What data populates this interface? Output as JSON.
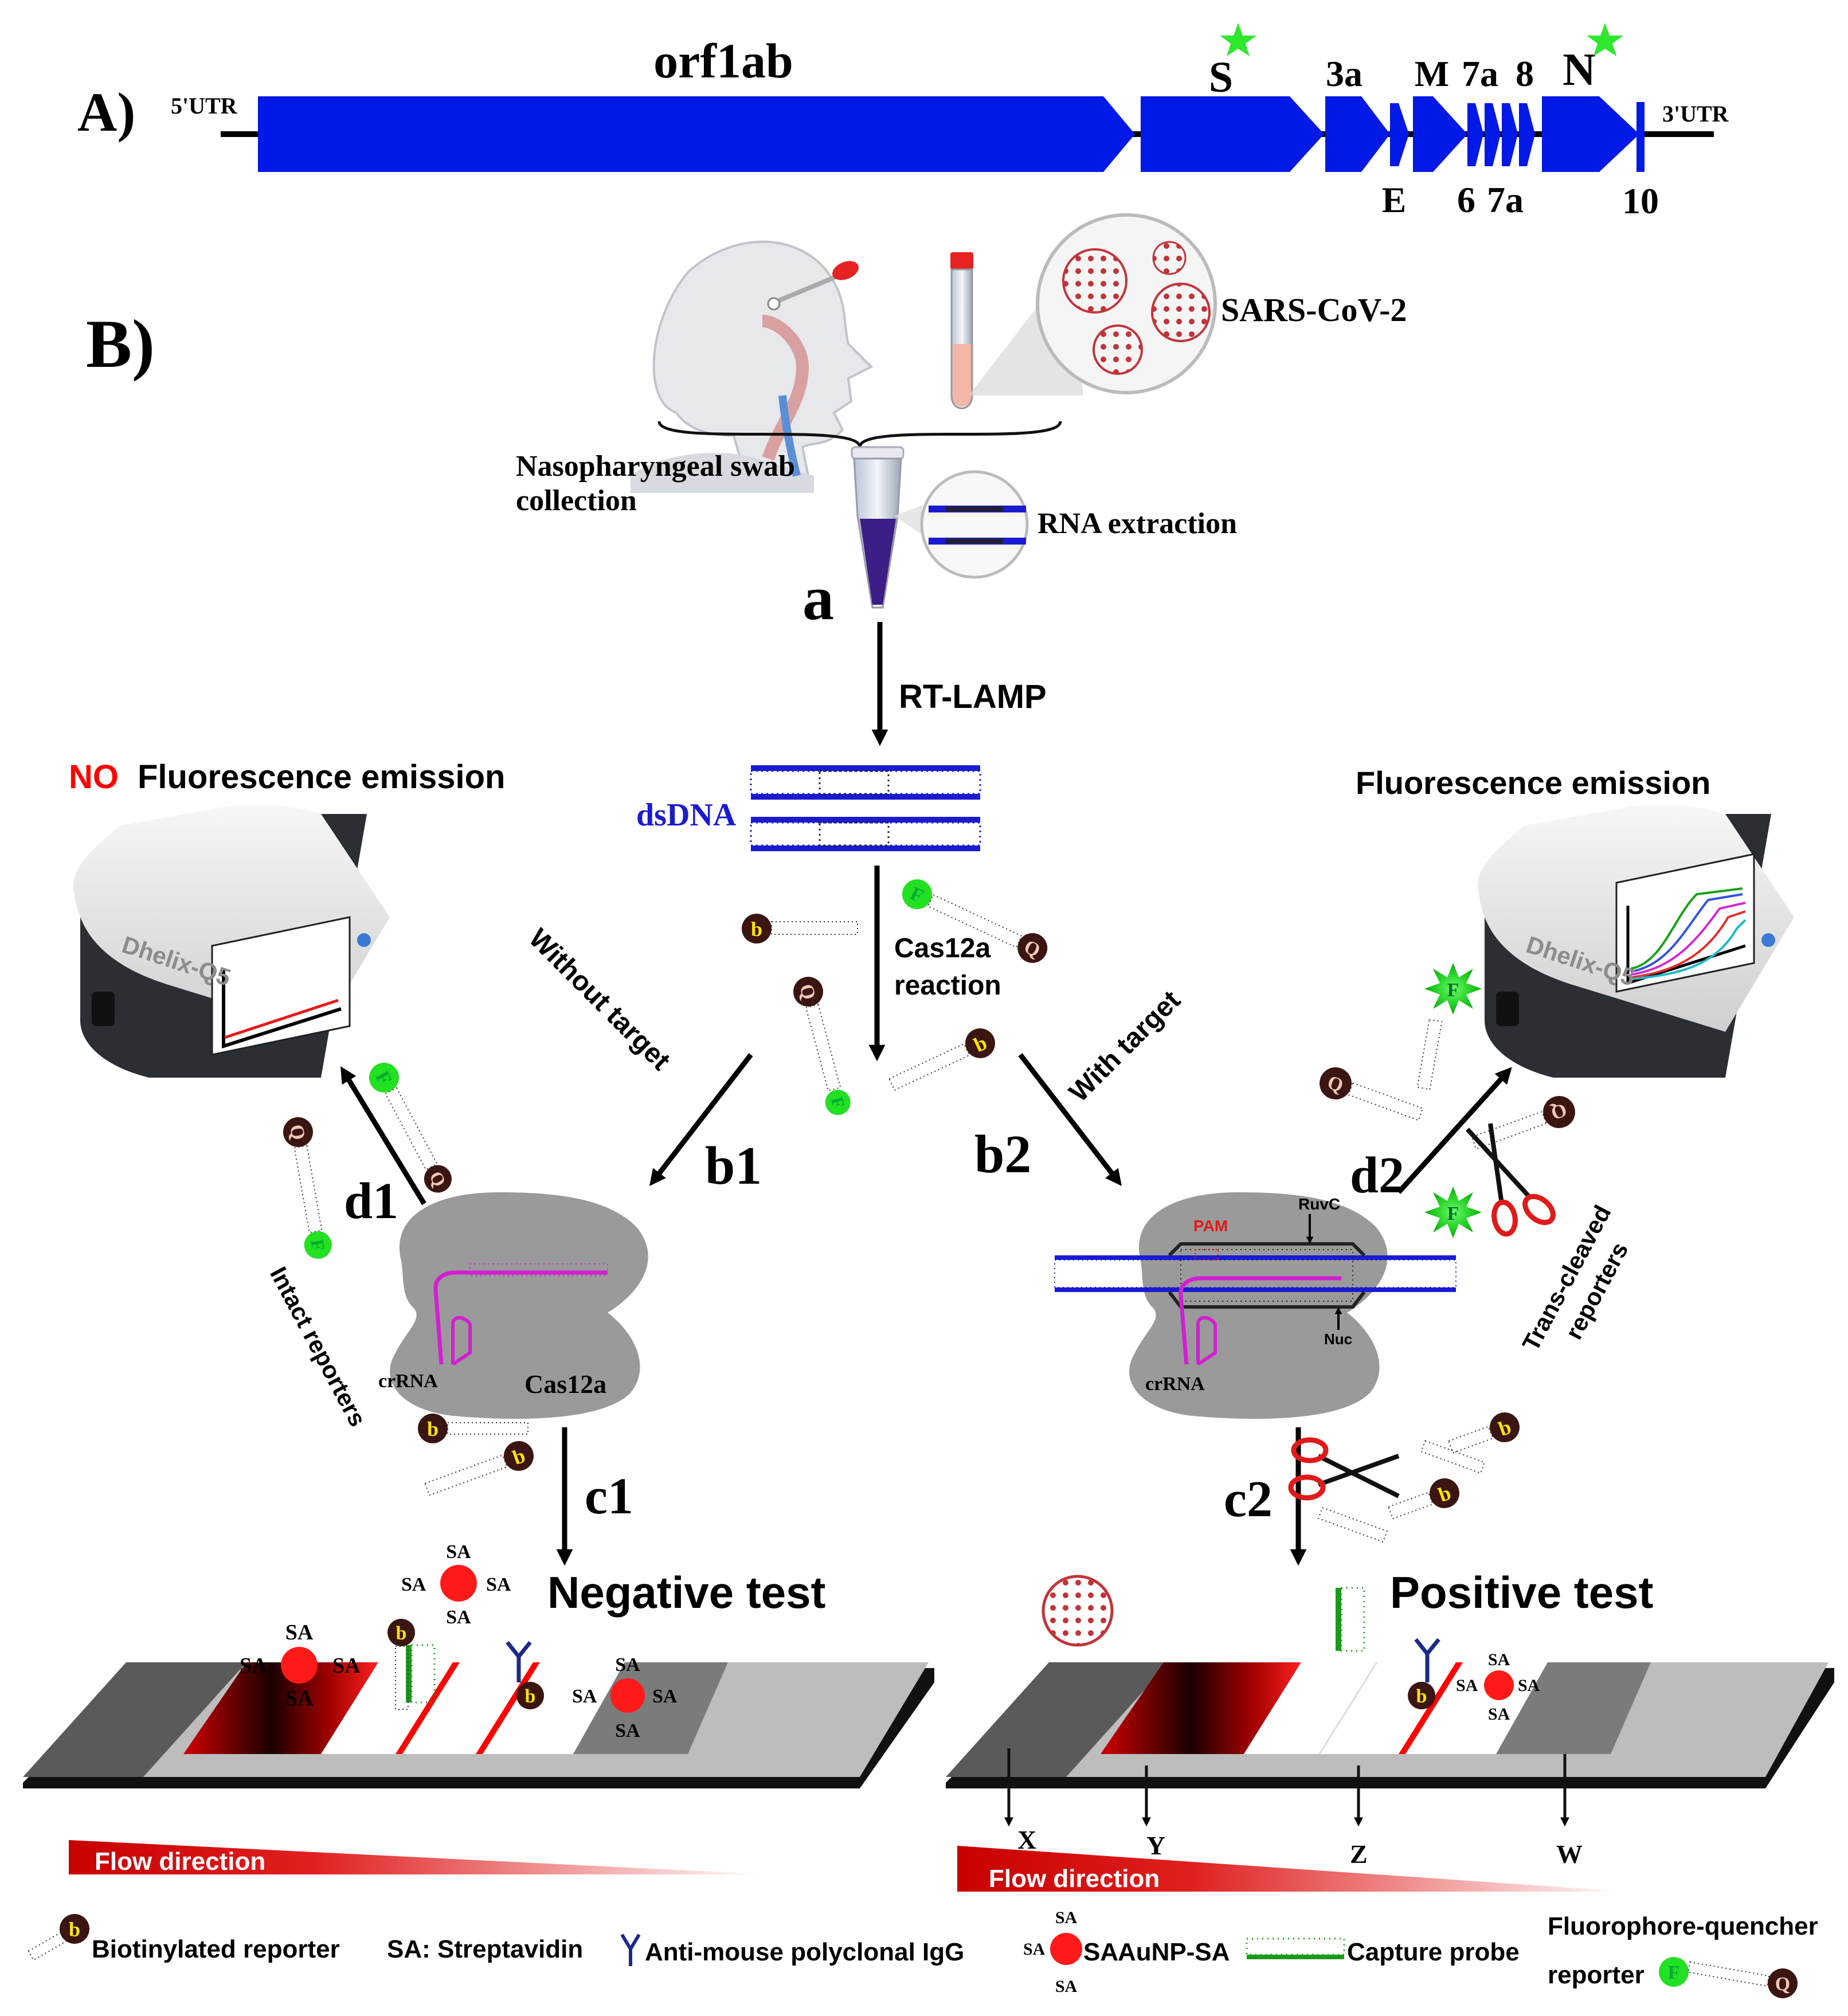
{
  "panel_a": {
    "label": "A)",
    "utr5": "5'UTR",
    "utr3": "3'UTR",
    "genes_top": {
      "orf1ab": "orf1ab",
      "s": "S",
      "a3": "3a",
      "m": "M",
      "a7": "7a",
      "g8": "8",
      "n": "N"
    },
    "genes_bottom": {
      "e": "E",
      "g6": "6",
      "b7": "7a",
      "g10": "10"
    }
  },
  "panel_b": {
    "label": "B)",
    "swab_caption_1": "Nasopharyngeal swab",
    "swab_caption_2": "collection",
    "virus_label": "SARS-CoV-2",
    "rna_label": "RNA extraction",
    "step_a": "a",
    "rt_lamp": "RT-LAMP",
    "dsdna": "dsDNA",
    "cas_reaction_1": "Cas12a",
    "cas_reaction_2": "reaction",
    "without_target": "Without target",
    "with_target": "With target",
    "b1": "b1",
    "b2": "b2",
    "c1": "c1",
    "c2": "c2",
    "d1": "d1",
    "d2": "d2",
    "no_word": "NO",
    "no_fluor_rest": "Fluorescence emission",
    "fluor": "Fluorescence emission",
    "device_name": "Dhelix-Q5",
    "cas12a": "Cas12a",
    "crrna": "crRNA",
    "pam": "PAM",
    "ruvc": "RuvC",
    "nuc": "Nuc",
    "intact": "Intact reporters",
    "trans_1": "Trans-cleaved",
    "trans_2": "reporters",
    "negative": "Negative test",
    "positive": "Positive test",
    "flow": "Flow direction",
    "sa": "SA",
    "x": "X",
    "y": "Y",
    "z": "Z",
    "w": "W",
    "reporter_b": "b",
    "reporter_f": "F",
    "reporter_q": "Q"
  },
  "legend": {
    "biotin": "Biotinylated reporter",
    "sa": "SA: Streptavidin",
    "igg": "Anti-mouse polyclonal IgG",
    "aunp": "AuNP-SA",
    "capture": "Capture probe",
    "fq_1": "Fluorophore-quencher",
    "fq_2": "reporter"
  },
  "colors": {
    "gene_blue": "#0019e6",
    "line_red": "#ff0000",
    "fluor_green": "#00e600",
    "capture_green": "#1a9a1a",
    "igg_navy": "#1b2a8a",
    "crrna_magenta": "#d21fd2",
    "reporter_brown": "#3b1510",
    "biotin_yellow": "#ffe600"
  }
}
